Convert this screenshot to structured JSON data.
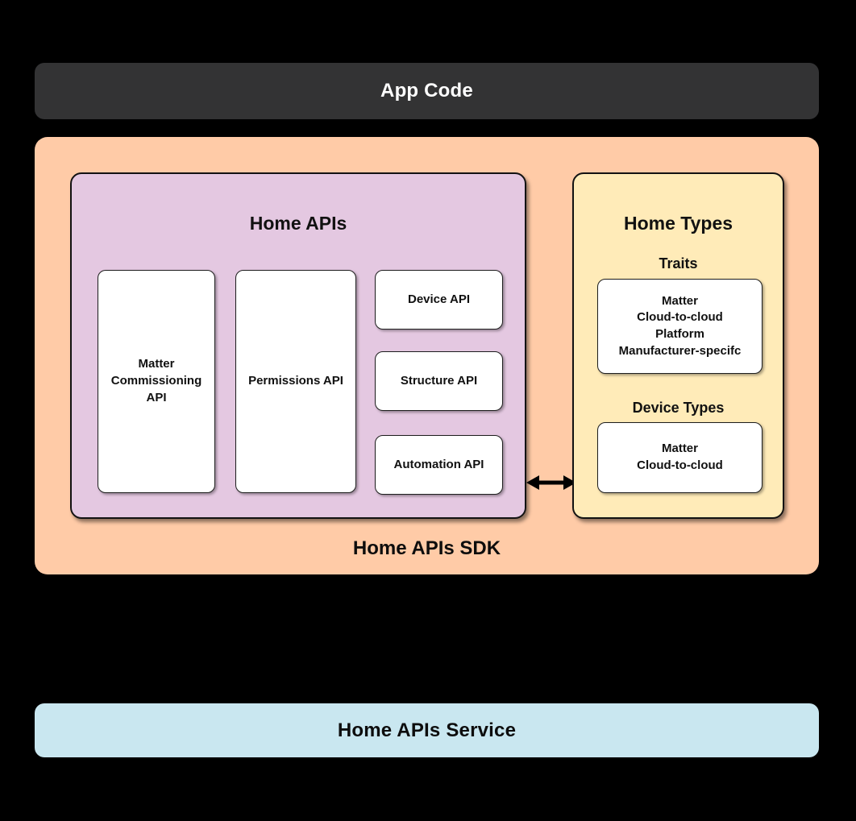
{
  "app_code": {
    "label": "App Code"
  },
  "sdk": {
    "label": "Home APIs SDK",
    "home_apis": {
      "title": "Home APIs",
      "cards": [
        {
          "label": "Matter\nCommissioning\nAPI"
        },
        {
          "label": "Permissions API"
        },
        {
          "label": "Device API"
        },
        {
          "label": "Structure API"
        },
        {
          "label": "Automation API"
        }
      ]
    },
    "home_types": {
      "title": "Home Types",
      "traits_heading": "Traits",
      "traits_card": "Matter\nCloud-to-cloud\nPlatform\nManufacturer-specifc",
      "device_types_heading": "Device Types",
      "device_types_card": "Matter\nCloud-to-cloud"
    },
    "arrow": "bidirectional"
  },
  "service": {
    "label": "Home APIs Service"
  },
  "colors": {
    "background": "#000000",
    "app_code_bg": "#333334",
    "app_code_text": "#FFFFFF",
    "sdk_bg": "#FFCBA7",
    "home_apis_bg": "#E4C8E1",
    "home_types_bg": "#FFEBB8",
    "service_bg": "#C9E7F0",
    "card_bg": "#FFFFFF",
    "border": "#121212",
    "text": "#111111"
  }
}
